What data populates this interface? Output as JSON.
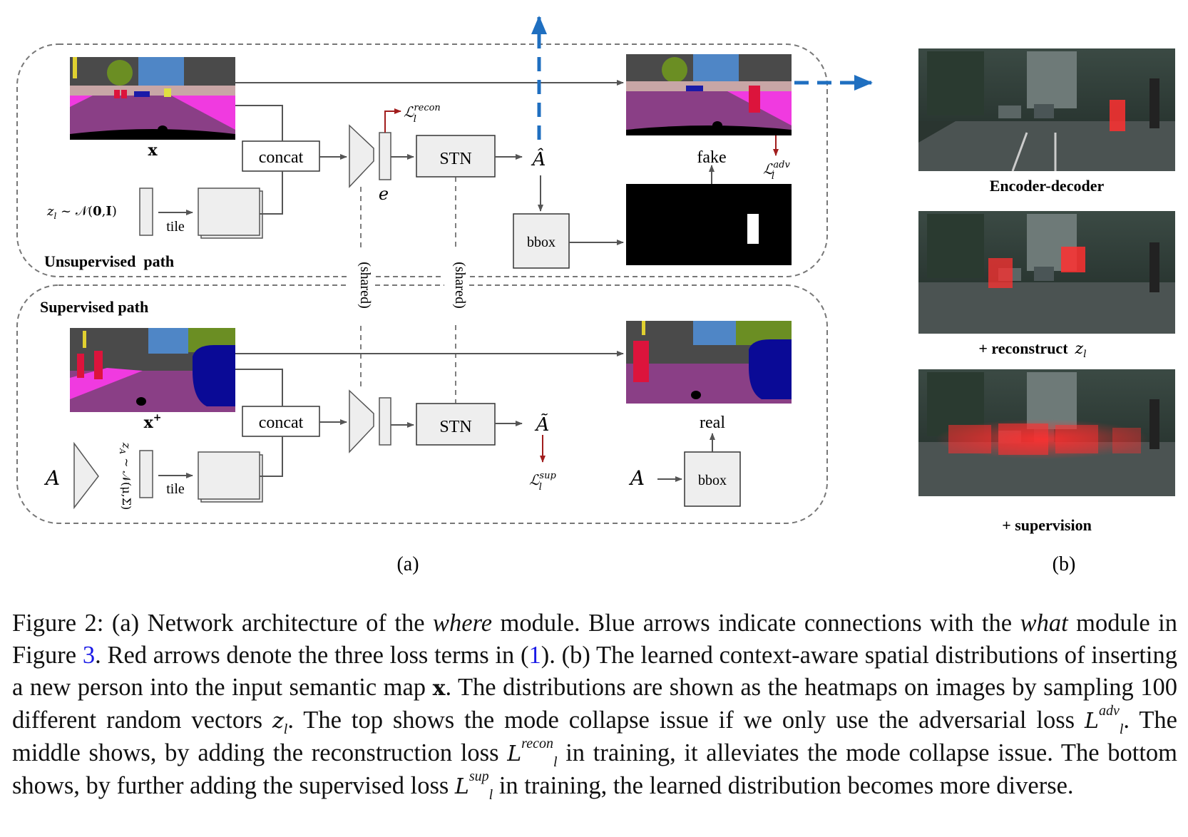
{
  "panel_a": {
    "top_input_label": "x",
    "bottom_input_label": "x+",
    "concat_top": "concat",
    "concat_bottom": "concat",
    "stn_top": "STN",
    "stn_bottom": "STN",
    "encoding_label": "e",
    "z_label": "z_l ~ N(0,I)",
    "za_label": "z_A ~ N(μ,Σ)",
    "tile_top": "tile",
    "tile_bottom": "tile",
    "a_hat": "Â",
    "a_tilde": "Ã",
    "bbox_top": "bbox",
    "bbox_bottom": "bbox",
    "fake_label": "fake",
    "real_label": "real",
    "a_input_left": "A",
    "a_input_right": "A",
    "shared_1": "(shared)",
    "shared_2": "(shared)",
    "unsupervised_label": "Unsupervised  path",
    "supervised_label": "Supervised path",
    "loss_recon": "L_l^recon",
    "loss_adv": "L_l^adv",
    "loss_sup": "L_l^sup",
    "panel_label": "(a)",
    "colors": {
      "blue_arrow": "#1f6fc0",
      "red_arrow": "#a11d1d",
      "box_fill": "#eeeeee",
      "heat": "#ff3333"
    }
  },
  "panel_b": {
    "row1_label": "Encoder-decoder",
    "row2_label": "+ reconstruct",
    "row2_var": "z_l",
    "row3_label": "+ supervision",
    "panel_label": "(b)"
  },
  "caption": {
    "p1": "Figure 2:  (a) Network architecture of the ",
    "p1_em": "where",
    "p2": " module. Blue arrows indicate connections with the ",
    "p2_em": "what",
    "p3": " module in Figure ",
    "p3_ref": "3",
    "p4": ". Red arrows denote the three loss terms in (",
    "p4_ref": "1",
    "p5": "). (b) The learned context-aware spatial distributions of inserting a new person into the input semantic map ",
    "p5_var": "x",
    "p6": ". The distributions are shown as the heatmaps on images by sampling 100 different random vectors ",
    "p6_var": "z",
    "p6_sub": "l",
    "p7": ". The top shows the mode collapse issue if we only use the adversarial loss ",
    "loss_base": "L",
    "adv_sup": "adv",
    "adv_sub": "l",
    "p8": ".  The middle shows, by adding the reconstruction loss ",
    "recon_sup": "recon",
    "recon_sub": "l",
    "p9": " in training, it alleviates the mode collapse issue. The bottom shows, by further adding the supervised loss ",
    "sup_sup": "sup",
    "sup_sub": "l",
    "p10": " in training, the learned distribution becomes more diverse."
  }
}
